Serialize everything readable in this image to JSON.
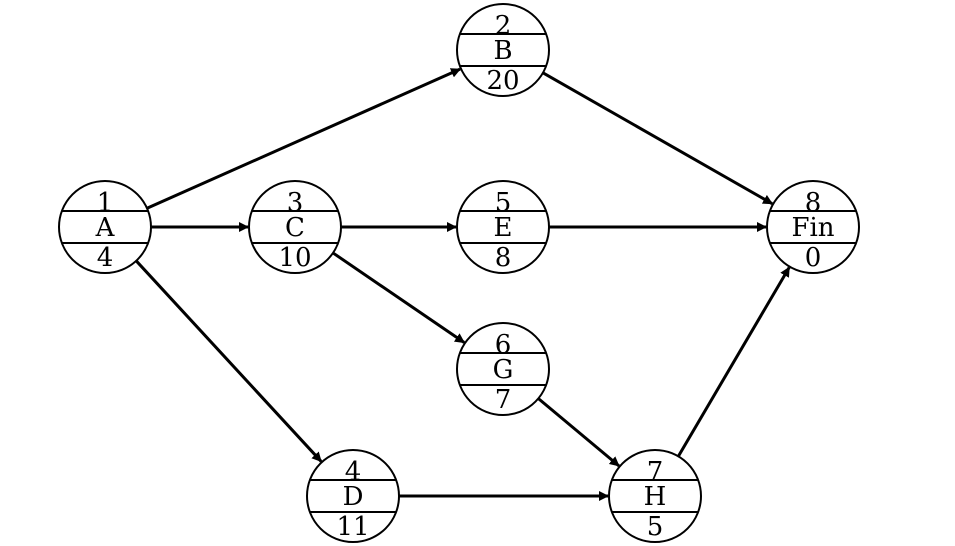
{
  "diagram": {
    "nodes": [
      {
        "id": "A",
        "top": "1",
        "name": "A",
        "bottom": "4"
      },
      {
        "id": "B",
        "top": "2",
        "name": "B",
        "bottom": "20"
      },
      {
        "id": "C",
        "top": "3",
        "name": "C",
        "bottom": "10"
      },
      {
        "id": "D",
        "top": "4",
        "name": "D",
        "bottom": "11"
      },
      {
        "id": "E",
        "top": "5",
        "name": "E",
        "bottom": "8"
      },
      {
        "id": "G",
        "top": "6",
        "name": "G",
        "bottom": "7"
      },
      {
        "id": "H",
        "top": "7",
        "name": "H",
        "bottom": "5"
      },
      {
        "id": "Fin",
        "top": "8",
        "name": "Fin",
        "bottom": "0"
      }
    ],
    "edges": [
      {
        "from": "A",
        "to": "B"
      },
      {
        "from": "A",
        "to": "C"
      },
      {
        "from": "A",
        "to": "D"
      },
      {
        "from": "C",
        "to": "E"
      },
      {
        "from": "C",
        "to": "G"
      },
      {
        "from": "B",
        "to": "Fin"
      },
      {
        "from": "E",
        "to": "Fin"
      },
      {
        "from": "G",
        "to": "H"
      },
      {
        "from": "D",
        "to": "H"
      },
      {
        "from": "H",
        "to": "Fin"
      }
    ]
  }
}
